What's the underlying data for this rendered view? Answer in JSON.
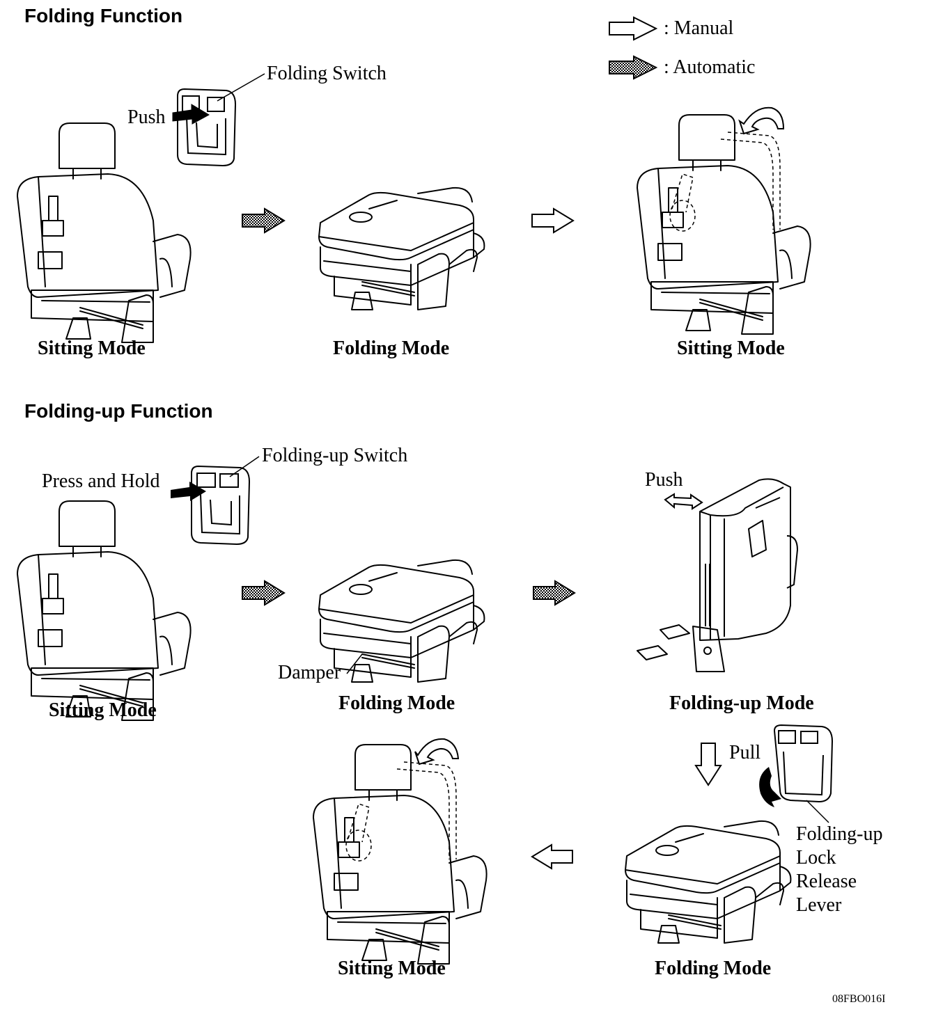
{
  "sections": {
    "folding": {
      "title": "Folding Function"
    },
    "folding_up": {
      "title": "Folding-up Function"
    }
  },
  "legend": {
    "manual": ": Manual",
    "automatic": ": Automatic"
  },
  "labels": {
    "folding_switch": "Folding Switch",
    "push_1": "Push",
    "press_and_hold": "Press and Hold",
    "folding_up_switch": "Folding-up Switch",
    "push_2": "Push",
    "damper": "Damper",
    "pull": "Pull",
    "lock_release_lever": [
      "Folding-up",
      "Lock",
      "Release",
      "Lever"
    ]
  },
  "captions": {
    "f1": "Sitting Mode",
    "f2": "Folding Mode",
    "f3": "Sitting Mode",
    "u1": "Sitting Mode",
    "u2": "Folding Mode",
    "u3": "Folding-up Mode",
    "u4": "Folding Mode",
    "u5": "Sitting Mode"
  },
  "figure_id": "08FBO016I"
}
